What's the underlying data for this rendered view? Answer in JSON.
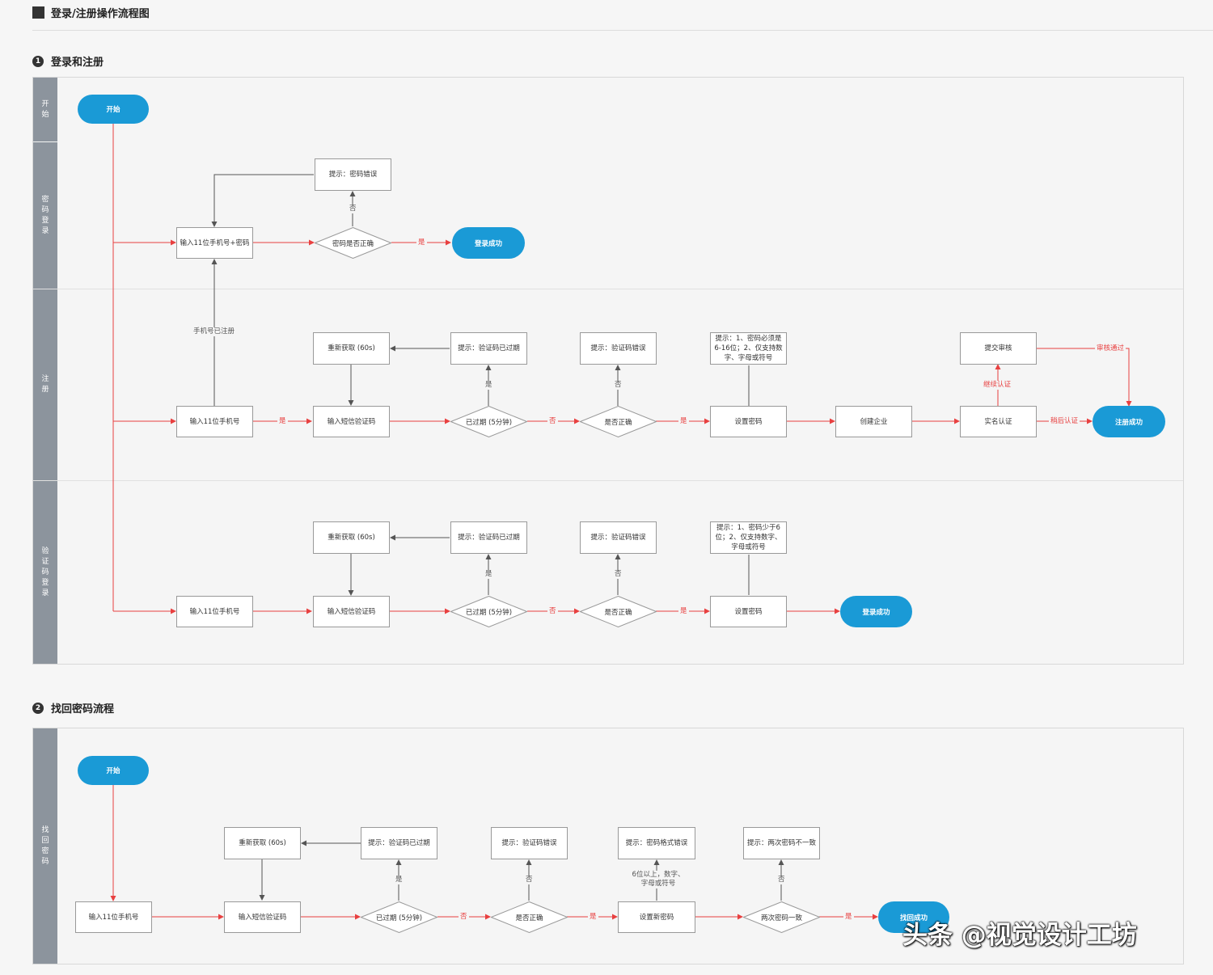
{
  "title": "登录/注册操作流程图",
  "section1": {
    "num": "1",
    "title": "登录和注册"
  },
  "section2": {
    "num": "2",
    "title": "找回密码流程"
  },
  "lanes": {
    "start": "开始",
    "pwd_login": "密码登录",
    "register": "注册",
    "code_login": "验证码登录",
    "recover": "找回密码"
  },
  "nodes": {
    "start1": "开始",
    "pl_input": "输入11位手机号+密码",
    "pl_check": "密码是否正确",
    "pl_err": "提示：密码错误",
    "pl_ok": "登录成功",
    "rg_input": "输入11位手机号",
    "rg_code": "输入短信验证码",
    "rg_refetch": "重新获取 (60s)",
    "rg_expired_tip": "提示：验证码已过期",
    "rg_expired": "已过期 (5分钟)",
    "rg_wrong_tip": "提示：验证码错误",
    "rg_correct": "是否正确",
    "rg_pwd_tip": "提示：1、密码必须是6-16位；2、仅支持数字、字母或符号",
    "rg_setpwd": "设置密码",
    "rg_company": "创建企业",
    "rg_submit": "提交审核",
    "rg_realname": "实名认证",
    "rg_ok": "注册成功",
    "cl_input": "输入11位手机号",
    "cl_code": "输入短信验证码",
    "cl_refetch": "重新获取 (60s)",
    "cl_expired_tip": "提示：验证码已过期",
    "cl_expired": "已过期 (5分钟)",
    "cl_wrong_tip": "提示：验证码错误",
    "cl_correct": "是否正确",
    "cl_pwd_tip": "提示：1、密码少于6位；2、仅支持数字、字母或符号",
    "cl_setpwd": "设置密码",
    "cl_ok": "登录成功",
    "start2": "开始",
    "fp_input": "输入11位手机号",
    "fp_code": "输入短信验证码",
    "fp_refetch": "重新获取 (60s)",
    "fp_expired_tip": "提示：验证码已过期",
    "fp_expired": "已过期 (5分钟)",
    "fp_wrong_tip": "提示：验证码错误",
    "fp_correct": "是否正确",
    "fp_format_tip": "提示：密码格式错误",
    "fp_setpwd": "设置新密码",
    "fp_mismatch_tip": "提示：两次密码不一致",
    "fp_match": "两次密码一致",
    "fp_ok": "找回成功"
  },
  "labels": {
    "yes": "是",
    "no": "否",
    "registered": "手机号已注册",
    "later": "稍后认证",
    "continue": "继续认证",
    "approved": "审核通过",
    "fp_rule": "6位以上，数字、字母或符号"
  },
  "watermark": "头条 @视觉设计工坊",
  "colors": {
    "terminal": "#1a9ad6",
    "flow_red": "#e84040",
    "lane": "#8c949d"
  }
}
